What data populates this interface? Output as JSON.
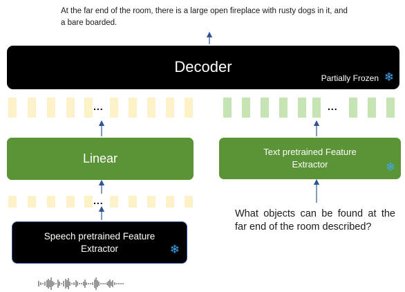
{
  "output_text": "At the far end of the room, there is a large open fireplace with rusty dogs in it, and a bare boarded.",
  "decoder": {
    "label": "Decoder",
    "status": "Partially Frozen"
  },
  "linear": {
    "label": "Linear"
  },
  "text_extractor": {
    "label_line1": "Text pretrained Feature",
    "label_line2": "Extractor"
  },
  "speech_extractor": {
    "label_line1": "Speech pretrained Feature",
    "label_line2": "Extractor"
  },
  "question": "What objects can be found at the far end of the room described?",
  "ellipsis": "...",
  "colors": {
    "speech_token": "#fdf1c8",
    "text_token": "#c6e3b4",
    "module_green": "#5b9337",
    "arrow": "#2f5597",
    "frozen_icon": "#3fa9f5"
  },
  "icons": [
    "snowflake-icon",
    "waveform-icon",
    "arrow-up-icon"
  ]
}
